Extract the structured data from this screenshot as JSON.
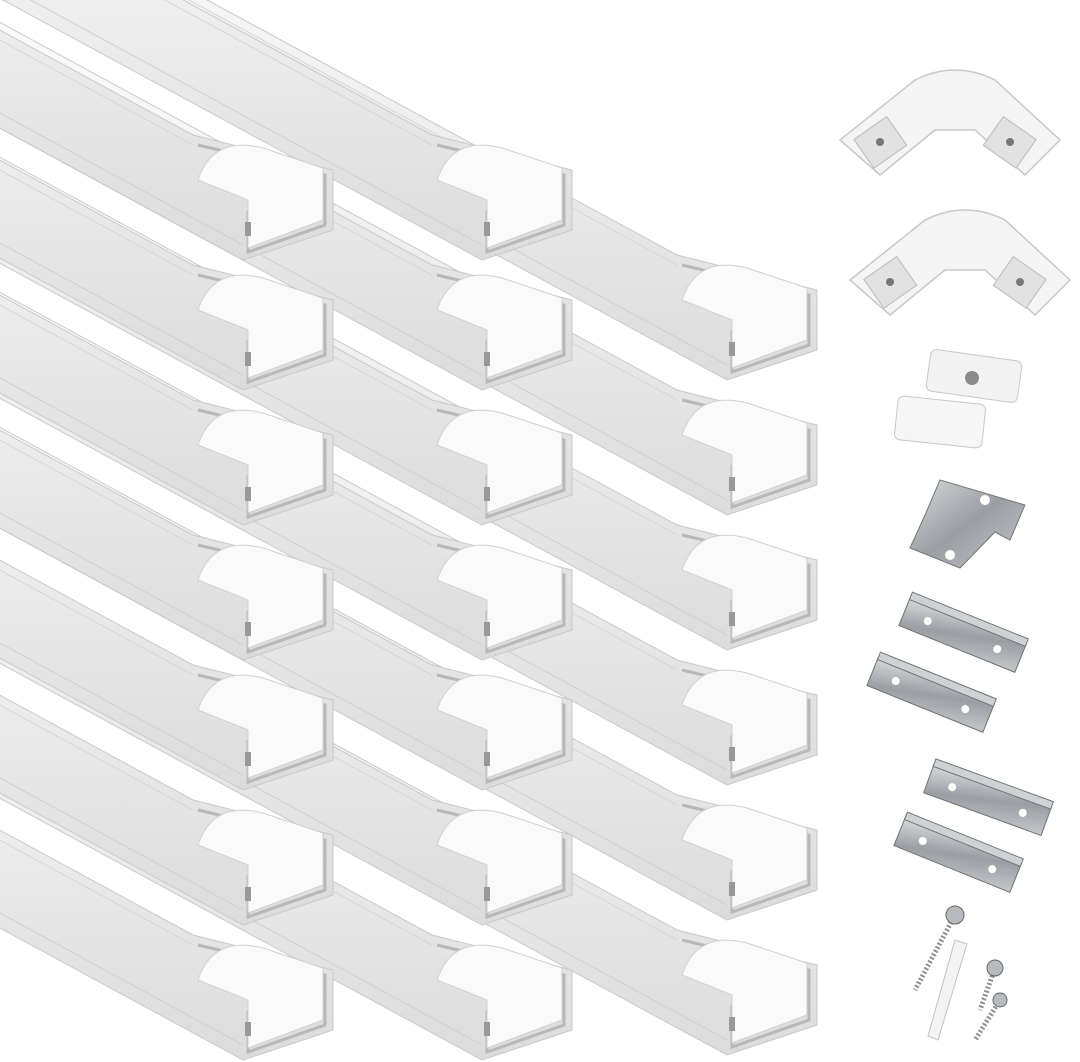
{
  "photo": {
    "background_color": "#ffffff",
    "profile_colors": {
      "body": "#f1f1f1",
      "edge": "#c9c9c9",
      "diffuser": "#fafafa",
      "channel": "#b8b8b8"
    },
    "metal_color": "#a9acb0",
    "subjects": [
      "aluminum-channel-profile",
      "corner-connector",
      "end-cap",
      "mounting-clip",
      "mounting-bracket",
      "screw",
      "wall-anchor"
    ]
  }
}
